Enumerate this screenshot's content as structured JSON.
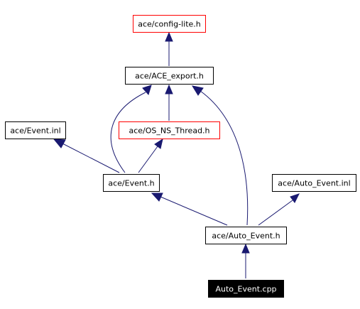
{
  "nodes": {
    "config_lite": {
      "label": "ace/config-lite.h"
    },
    "ace_export": {
      "label": "ace/ACE_export.h"
    },
    "event_inl": {
      "label": "ace/Event.inl"
    },
    "os_ns_thread": {
      "label": "ace/OS_NS_Thread.h"
    },
    "event_h": {
      "label": "ace/Event.h"
    },
    "auto_event_inl": {
      "label": "ace/Auto_Event.inl"
    },
    "auto_event_h": {
      "label": "ace/Auto_Event.h"
    },
    "auto_event_cpp": {
      "label": "Auto_Event.cpp"
    }
  },
  "colors": {
    "edge": "#191970",
    "node_border_linked": "#ff0000",
    "node_border_plain": "#000000",
    "focus_node_fill": "#000000",
    "focus_node_text": "#ffffff"
  }
}
